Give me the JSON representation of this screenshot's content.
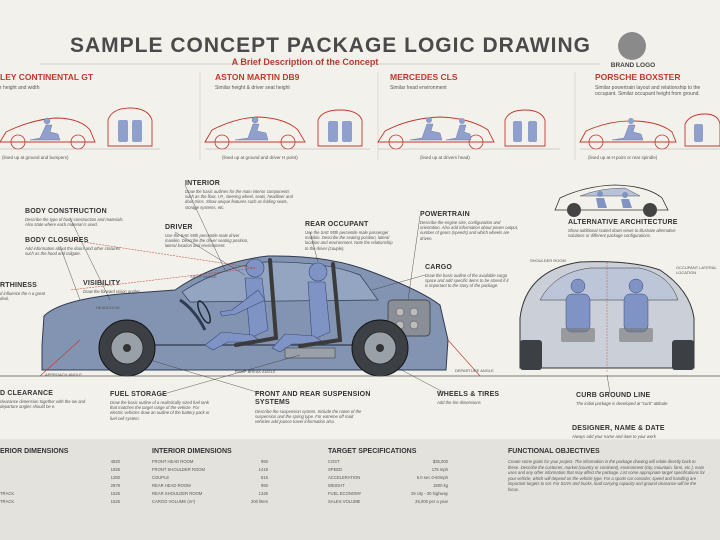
{
  "header": {
    "title": "SAMPLE CONCEPT PACKAGE LOGIC DRAWING",
    "subtitle": "A Brief Description of the Concept",
    "brand_logo": "BRAND LOGO"
  },
  "benchmarks": [
    {
      "name": "LEY CONTINENTAL GT",
      "desc": "r height and width",
      "caption": "(lined up at ground and bumpers)"
    },
    {
      "name": "ASTON MARTIN DB9",
      "desc": "Similar height & driver seat height",
      "caption": "(lined up at ground and driver H point)"
    },
    {
      "name": "MERCEDES CLS",
      "desc": "Similar head environment",
      "caption": "(lined up at drivers head)"
    },
    {
      "name": "PORSCHE BOXSTER",
      "desc": "Similar powertrain layout and relationship to the occupant. Similar occupant height from ground.",
      "caption": "(lined up at H point or rear spindle)"
    }
  ],
  "callouts": {
    "interior": {
      "title": "INTERIOR",
      "body": "Draw the basic outlines for the main interior components such as the floor, I.P., steering wheel, seats, headliner and door trims. Show unique features such as folding seats, storage systems, etc."
    },
    "body_construction": {
      "title": "BODY CONSTRUCTION",
      "body": "Describe the type of body construction and materials. Also state where each material is used."
    },
    "body_closures": {
      "title": "BODY CLOSURES",
      "body": "Add information about the doors and other closures such as the hood and tailgate."
    },
    "driver": {
      "title": "DRIVER",
      "body": "Use the SAE 95th percentile male driver manikin. Describe the driver seating position, lateral location and environment."
    },
    "rear_occupant": {
      "title": "REAR OCCUPANT",
      "body": "Use the SAE 95th percentile male passenger manikin. Describe the seating position, lateral location and environment. Note the relationship to the driver (couple)."
    },
    "powertrain": {
      "title": "POWERTRAIN",
      "body": "Describe the engine size, configuration and orientation. Also add information about power output, number of gears (speeds) and which wheels are driven."
    },
    "alternative": {
      "title": "ALTERNATIVE ARCHITECTURE",
      "body": "Show additional scaled down views to illustrate alternative solutions or different package configurations."
    },
    "cargo": {
      "title": "CARGO",
      "body": "Draw the basic outline of the available cargo space and add specific items to be stored if it is important to the story of the package."
    },
    "visibility": {
      "title": "VISIBILITY",
      "body": "Draw the forward vision angles"
    },
    "worthiness": {
      "title": "RTHINESS",
      "body": "d influence the n a great deal."
    },
    "clearance": {
      "title": "D CLEARANCE",
      "body": "clearance dimension together with the ow and departure angles should be e."
    },
    "fuel": {
      "title": "FUEL STORAGE",
      "body": "Draw the basic outline of a realistically sized fuel tank that matches the target range of the vehicle. For electric vehicles draw an outline of the battery pack or fuel cell system."
    },
    "suspension": {
      "title": "FRONT AND REAR SUSPENSION SYSTEMS",
      "body": "Describe the suspension system. Include the name of the suspension and the spring type. For extreme off road vehicles add jounce travel information also."
    },
    "wheels": {
      "title": "WHEELS & TIRES",
      "body": "Add the tire dimensions"
    },
    "curb": {
      "title": "CURB GROUND LINE",
      "body": "The initial package is developed at \"curb\" attitude"
    },
    "designer": {
      "title": "DESIGNER, NAME & DATE",
      "body": "Always add your name and date to your work"
    }
  },
  "small_labels": {
    "sight": "SIGHT ANGLE",
    "approach": "APPROACH ANGLE",
    "departure": "DEPARTURE ANGLE",
    "ramp": "RAMP BREAK ANGLE",
    "lateral": "OCCUPANT LATERAL LOCATION",
    "headroom": "HEADROOM",
    "shoulder": "SHOULDER ROOM"
  },
  "tables": {
    "exterior": {
      "title": "ERIOR DIMENSIONS",
      "rows": [
        [
          "",
          "4820"
        ],
        [
          "",
          "1925"
        ],
        [
          "",
          "1260"
        ],
        [
          "",
          "2879"
        ],
        [
          "TRACK",
          "1625"
        ],
        [
          "TRACK",
          "1625"
        ]
      ]
    },
    "interior": {
      "title": "INTERIOR DIMENSIONS",
      "rows": [
        [
          "FRONT HEAD ROOM",
          "950"
        ],
        [
          "FRONT SHOULDER ROOM",
          "1418"
        ],
        [
          "COUPLE",
          "815"
        ],
        [
          "REAR HEAD ROOM",
          "950"
        ],
        [
          "REAR SHOULDER ROOM",
          "1345"
        ],
        [
          "CARGO VOLUME (m³)",
          "200 liters"
        ]
      ]
    },
    "target": {
      "title": "TARGET SPECIFICATIONS",
      "rows": [
        [
          "COST",
          "$35,000"
        ],
        [
          "SPEED",
          "175 mph"
        ],
        [
          "ACCELERATION",
          "5.0 sec 0-60mph"
        ],
        [
          "WEIGHT",
          "1800 kg"
        ],
        [
          "FUEL ECONOMY",
          "25 city - 30 highway"
        ],
        [
          "SALES VOLUME",
          "25,000 per a year"
        ]
      ]
    }
  },
  "objectives": {
    "title": "FUNCTIONAL OBJECTIVES",
    "body": "Create some goals for your project. The information in the package drawing will relate directly back to these. Describe the customer, market (country or continent), environment (city, mountain, farm, etc.), main uses and any other information that may affect the package. List some appropriate target specifications for your vehicle, which will depend on the vehicle type. For a sports car consider, speed and handling are important targets to set. For SUVs and trucks, load carrying capacity and ground clearance will be the focus."
  },
  "colors": {
    "accent_red": "#c0392b",
    "body_blue": "#6f84a8",
    "manikin_blue": "#7f93c4",
    "panel_gray": "#e4e2dd",
    "background": "#f3f1ec"
  }
}
